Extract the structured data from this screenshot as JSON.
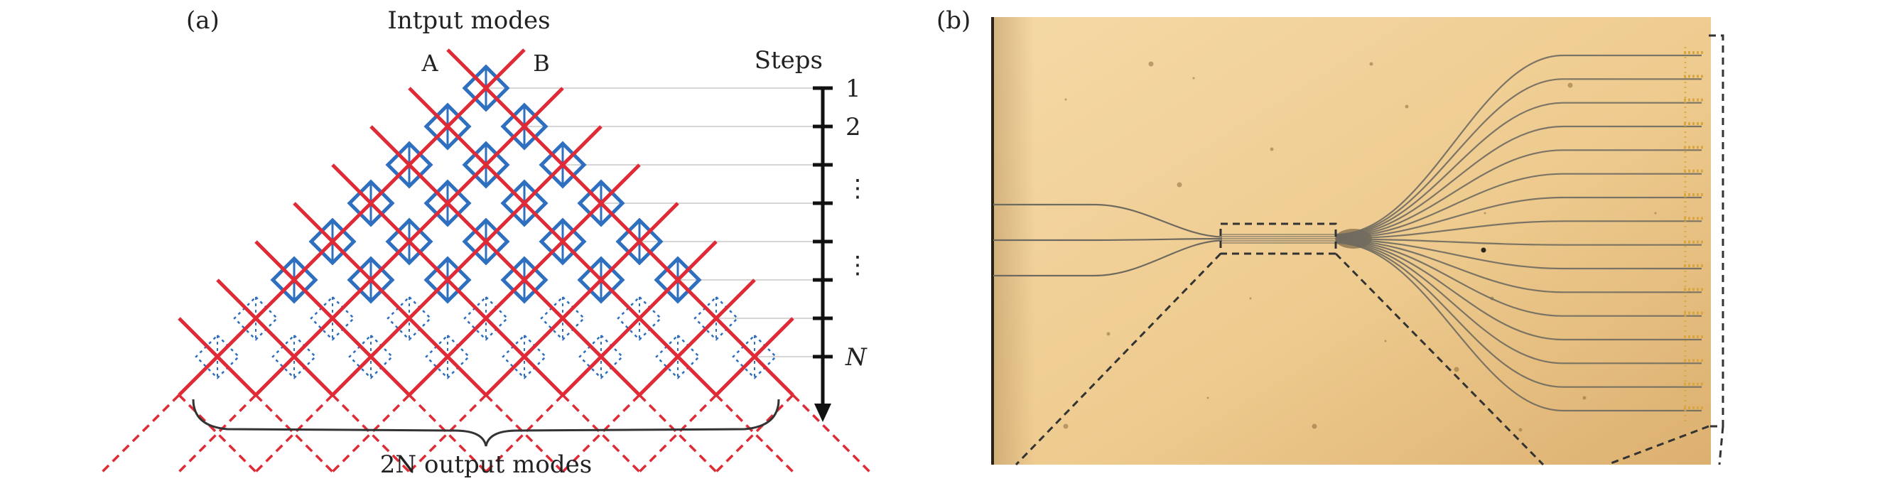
{
  "panel_a": {
    "label": "(a)",
    "title": "Intput modes",
    "input_a": "A",
    "input_b": "B",
    "steps_title": "Steps",
    "step_labels": [
      "1",
      "2",
      "⋮",
      "⋮",
      "N"
    ],
    "output_label": "2N output modes"
  },
  "panel_b": {
    "label": "(b)"
  },
  "colors": {
    "lattice_blue": "#2f6fbf",
    "path_red": "#e02a35",
    "axis": "#111111",
    "guide": "#c9c9c9",
    "chip_top": "#f4d7a2",
    "chip_bottom": "#e0b375",
    "waveguide": "#6f6a5f"
  }
}
